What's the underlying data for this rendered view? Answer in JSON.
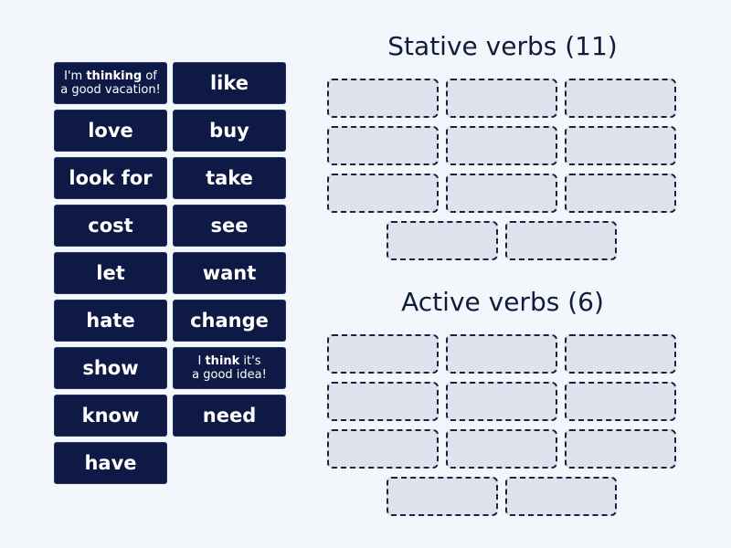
{
  "tiles": [
    {
      "id": "t1",
      "parts": [
        {
          "text": "I'm ",
          "bold": false
        },
        {
          "text": "thinking",
          "bold": true
        },
        {
          "text": " of",
          "bold": false
        }
      ],
      "line2": "a good vacation!",
      "small": true
    },
    {
      "id": "t2",
      "label": "like"
    },
    {
      "id": "t3",
      "label": "love"
    },
    {
      "id": "t4",
      "label": "buy"
    },
    {
      "id": "t5",
      "label": "look for"
    },
    {
      "id": "t6",
      "label": "take"
    },
    {
      "id": "t7",
      "label": "cost"
    },
    {
      "id": "t8",
      "label": "see"
    },
    {
      "id": "t9",
      "label": "let"
    },
    {
      "id": "t10",
      "label": "want"
    },
    {
      "id": "t11",
      "label": "hate"
    },
    {
      "id": "t12",
      "label": "change"
    },
    {
      "id": "t13",
      "label": "show"
    },
    {
      "id": "t14",
      "parts": [
        {
          "text": "I ",
          "bold": false
        },
        {
          "text": "think",
          "bold": true
        },
        {
          "text": " it's",
          "bold": false
        }
      ],
      "line2": "a good idea!",
      "small": true
    },
    {
      "id": "t15",
      "label": "know"
    },
    {
      "id": "t16",
      "label": "need"
    },
    {
      "id": "t17",
      "label": "have"
    }
  ],
  "groups": [
    {
      "title": "Stative verbs (11)",
      "slots": 11
    },
    {
      "title": "Active verbs (6)",
      "slots": 11
    }
  ],
  "colors": {
    "tile_bg": "#0e1a45",
    "slot_bg": "#dfe2ec",
    "background": "#f3f6fb"
  }
}
